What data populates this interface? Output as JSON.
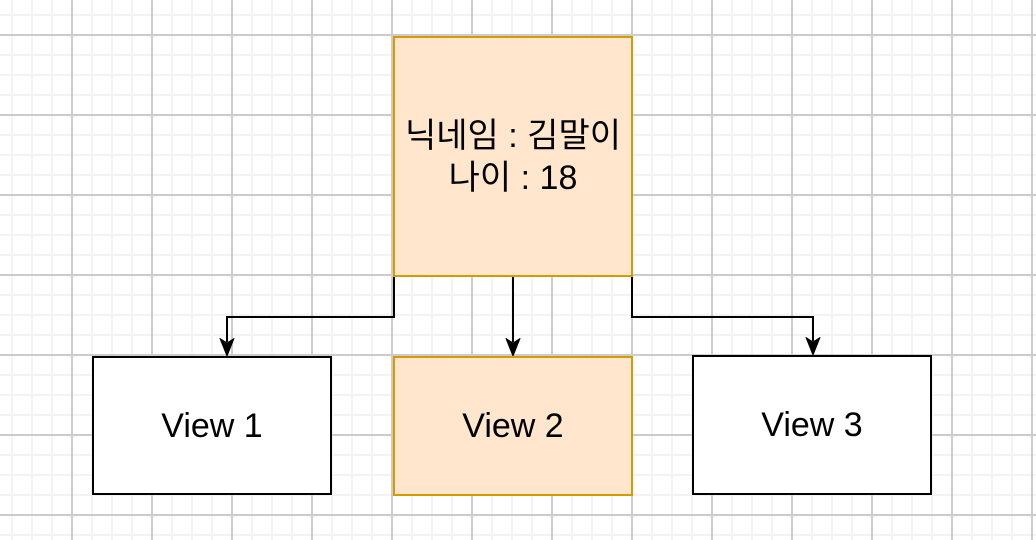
{
  "diagram": {
    "parent_node": {
      "line1": "닉네임 : 김말이",
      "line2": "나이 : 18"
    },
    "view_nodes": [
      {
        "label": "View 1",
        "style": "plain"
      },
      {
        "label": "View 2",
        "style": "highlighted"
      },
      {
        "label": "View 3",
        "style": "plain"
      }
    ],
    "edges": [
      {
        "from": "parent",
        "to": "view1",
        "arrow": "down"
      },
      {
        "from": "parent",
        "to": "view2",
        "arrow": "down"
      },
      {
        "from": "parent",
        "to": "view3",
        "arrow": "down"
      }
    ],
    "colors": {
      "highlight_fill": "#FFE6CC",
      "highlight_stroke": "#D79B00",
      "plain_fill": "#FFFFFF",
      "plain_stroke": "#000000",
      "connector": "#000000",
      "text": "#000000",
      "grid_minor": "#F3F3F3",
      "grid_major": "#CCCCCC",
      "canvas_bg": "#FFFFFF"
    }
  }
}
